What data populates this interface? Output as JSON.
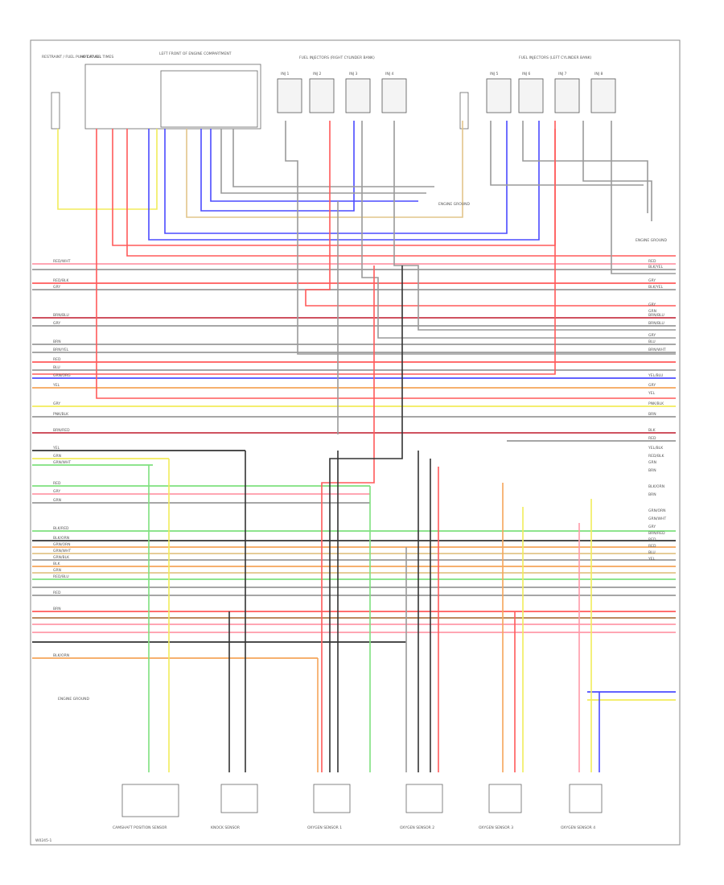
{
  "colors": {
    "red": "#ff5a5a",
    "pink": "#ff9aa8",
    "blue": "#4b4bff",
    "gray": "#9a9a9a",
    "black": "#333333",
    "yellow": "#f2ec5a",
    "green": "#7ee07e",
    "orange": "#f5a55a",
    "tan": "#e2c58a",
    "brown": "#b07a4a",
    "dkred": "#c83a4a",
    "violet": "#c06ad0"
  },
  "labels": {
    "page_id": "W0245-1",
    "top_left": "RESTRAINT / FUEL PUMP DRIVER",
    "fuse_box": "HOT AT ALL TIMES",
    "control_unit": "LEFT FRONT OF ENGINE COMPARTMENT",
    "inj_group_right": "FUEL INJECTORS (RIGHT CYLINDER BANK)",
    "inj_group_left": "FUEL INJECTORS (LEFT CYLINDER BANK)",
    "ground_1": "ENGINE GROUND",
    "ground_2": "ENGINE GROUND",
    "sensor_1": "CAMSHAFT POSITION SENSOR",
    "sensor_2": "KNOCK SENSOR",
    "sensor_3": "OXYGEN SENSOR 1",
    "sensor_4": "OXYGEN SENSOR 2",
    "sensor_5": "OXYGEN SENSOR 3",
    "sensor_6": "OXYGEN SENSOR 4"
  },
  "wire_labels_left": [
    "RED/WHT",
    "RED/BLK",
    "GRY",
    "BRN/BLU",
    "GRY",
    "BRN",
    "BRN/YEL",
    "RED",
    "BLU",
    "GRN/ORG",
    "YEL",
    "GRY",
    "PNK/BLK",
    "BRN/RED",
    "YEL",
    "GRN",
    "GRN/WHT",
    "RED",
    "GRY",
    "GRN",
    "BLK/RED",
    "BLK/ORN",
    "GRN/ORN",
    "GRN/WHT",
    "GRN/BLK",
    "BLK",
    "GRN",
    "RED/BLU",
    "RED",
    "BRN",
    "BLK/ORN"
  ],
  "wire_labels_right": [
    "RED",
    "BLK/YEL",
    "GRY",
    "BLK/YEL",
    "GRY",
    "GRN",
    "BRN/BLU",
    "BRN/BLU",
    "GRY",
    "BLU",
    "BRN/WHT",
    "YEL/BLU",
    "GRY",
    "YEL",
    "PNK/BLK",
    "BRN",
    "BLK",
    "RED",
    "YEL/BLK",
    "RED/BLK",
    "GRN",
    "BRN",
    "BLK/ORN",
    "BRN",
    "GRN/ORN",
    "GRN/WHT",
    "GRY",
    "BRN/RED",
    "RED",
    "RED",
    "BLU",
    "YEL"
  ],
  "injectors_right": [
    "INJ 1",
    "INJ 2",
    "INJ 3",
    "INJ 4"
  ],
  "injectors_left": [
    "INJ 5",
    "INJ 6",
    "INJ 7",
    "INJ 8"
  ]
}
